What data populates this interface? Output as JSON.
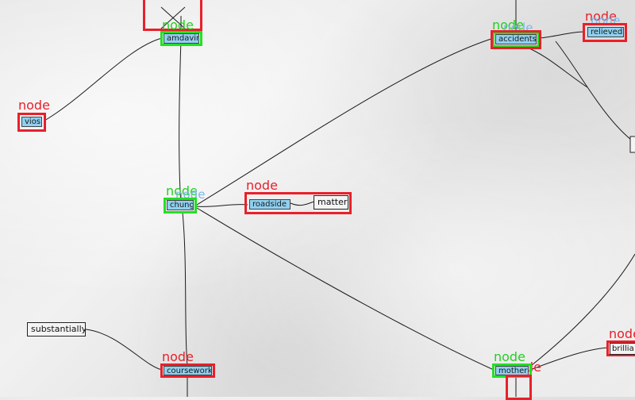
{
  "tag_text": "node",
  "labels": {
    "amdavir": "amdavir",
    "accidents": "accidents",
    "relieved": "relieved",
    "vios": "vios",
    "chung": "chung",
    "roadside": "roadside",
    "matter": "matter",
    "substantially": "substantially",
    "coursework": "coursework",
    "mother": "mother",
    "brilliant": "brillia"
  },
  "colors": {
    "red_box": "#e8202a",
    "green_box": "#22e022",
    "label_fill": "#8fd0f0",
    "edge": "#1a1a1a"
  }
}
